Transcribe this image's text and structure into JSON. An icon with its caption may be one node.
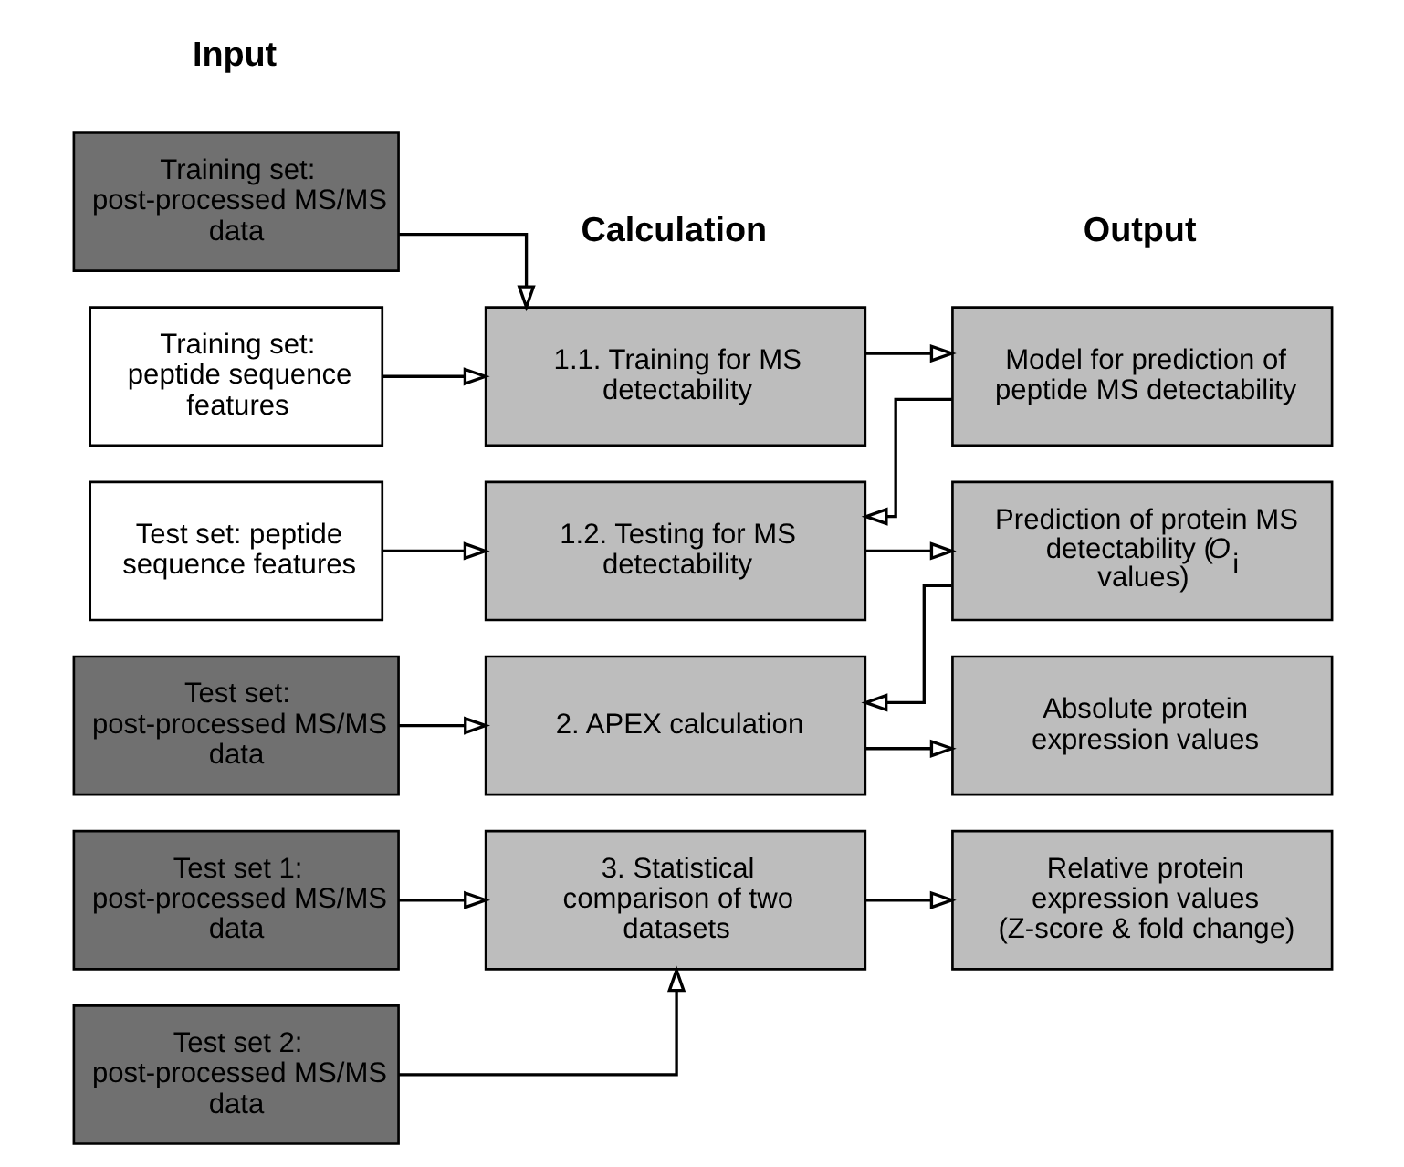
{
  "diagram": {
    "nodes": [
      {
        "text": [
          "Training set: post-processed MS/MS data"
        ]
      },
      {
        "text": [
          "Training set: peptide sequence features"
        ]
      },
      {
        "text": [
          "1.1. Training for MS detectability"
        ]
      },
      {
        "text": [
          "Model for prediction of peptide MS detectability"
        ]
      },
      {
        "text": [
          "Test set: peptide sequence features"
        ]
      },
      {
        "text": [
          "1.2. Testing for MS detectability"
        ]
      },
      {
        "text": [
          "Prediction of protein MS detectability (*O*$_{i}$ values)"
        ]
      },
      {
        "text": [
          "Test set: post-processed MS/MS data"
        ]
      },
      {
        "text": [
          "2. APEX calculation"
        ]
      },
      {
        "text": [
          "Absolute protein expression values"
        ]
      },
      {
        "text": [
          "Test set 1: post-processed MS/MS data"
        ]
      },
      {
        "text": [
          "Test set 2: post-processed MS/MS data"
        ]
      },
      {
        "text": [
          "3. Statistical comparison of two datasets"
        ]
      },
      {
        "text": [
          "Relative protein expression values (Z-score & fold change)"
        ]
      }
    ],
    "edges": [
      {
        "from": 0,
        "to": 2,
        "arrow": "to"
      },
      {
        "from": 1,
        "to": 2,
        "arrow": "to"
      },
      {
        "from": 2,
        "to": 3,
        "arrow": "to"
      },
      {
        "from": 3,
        "to": 5,
        "arrow": "to"
      },
      {
        "from": 4,
        "to": 5,
        "arrow": "to"
      },
      {
        "from": 5,
        "to": 6,
        "arrow": "to"
      },
      {
        "from": 6,
        "to": 8,
        "arrow": "to"
      },
      {
        "from": 7,
        "to": 8,
        "arrow": "to"
      },
      {
        "from": 8,
        "to": 9,
        "arrow": "to"
      },
      {
        "from": 10,
        "to": 12,
        "arrow": "to"
      },
      {
        "from": 11,
        "to": 12,
        "arrow": "to"
      },
      {
        "from": 12,
        "to": 13,
        "arrow": "to"
      }
    ],
    "labels": [
      "Input",
      "Calculation",
      "Output"
    ]
  }
}
